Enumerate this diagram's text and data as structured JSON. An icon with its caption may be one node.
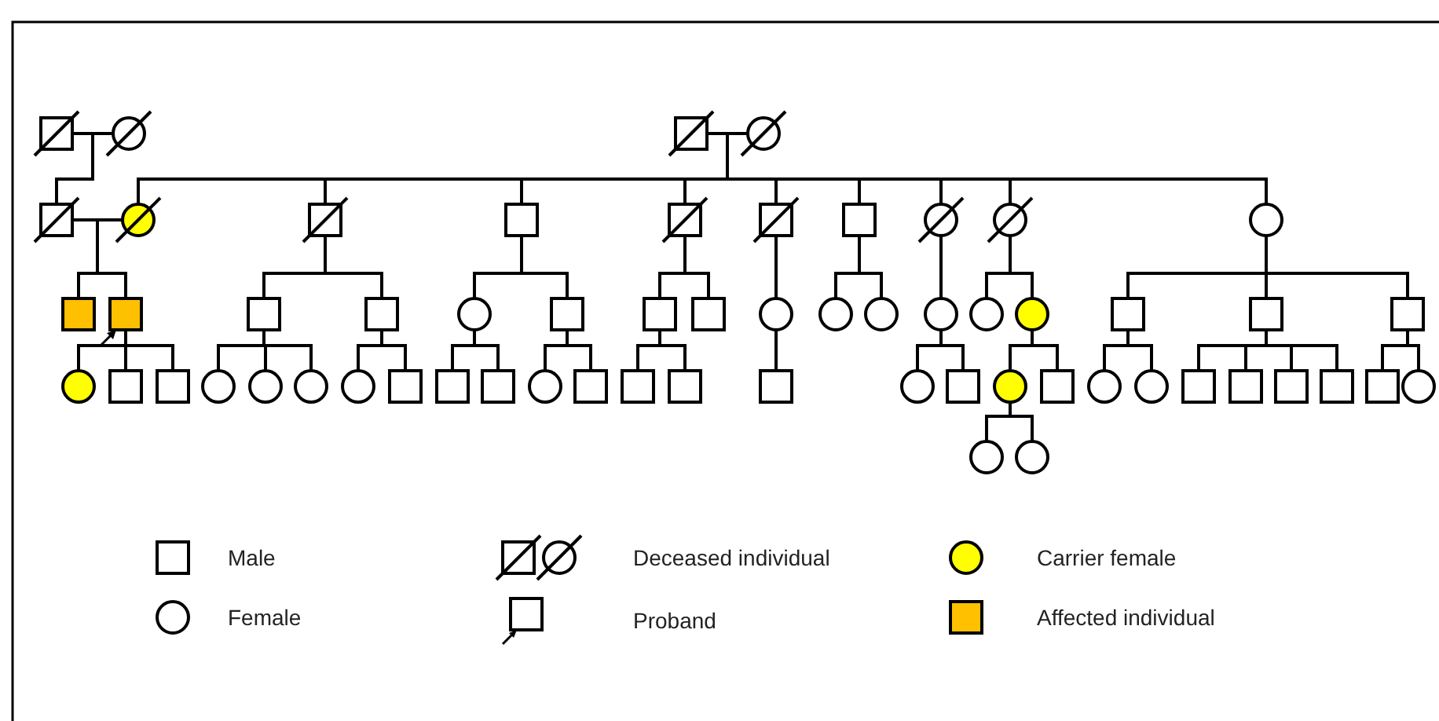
{
  "diagram": {
    "nodes": [
      {
        "text": [],
        "shape": "box"
      },
      {
        "text": [],
        "shape": "circle"
      },
      {
        "text": [],
        "shape": "box"
      },
      {
        "text": [],
        "shape": "circle"
      },
      {
        "text": [],
        "shape": "box"
      },
      {
        "text": [],
        "shape": "circle"
      },
      {
        "text": [],
        "shape": "box"
      },
      {
        "text": [],
        "shape": "box"
      },
      {
        "text": [],
        "shape": "box"
      },
      {
        "text": [],
        "shape": "box"
      },
      {
        "text": [],
        "shape": "box"
      },
      {
        "text": [],
        "shape": "circle"
      },
      {
        "text": [],
        "shape": "circle"
      },
      {
        "text": [],
        "shape": "circle"
      },
      {
        "text": [],
        "shape": "box"
      },
      {
        "text": [],
        "shape": "box"
      },
      {
        "text": [],
        "shape": "box"
      },
      {
        "text": [],
        "shape": "box"
      },
      {
        "text": [],
        "shape": "circle"
      },
      {
        "text": [],
        "shape": "box"
      },
      {
        "text": [],
        "shape": "box"
      },
      {
        "text": [],
        "shape": "box"
      },
      {
        "text": [],
        "shape": "circle"
      },
      {
        "text": [],
        "shape": "circle"
      },
      {
        "text": [],
        "shape": "circle"
      },
      {
        "text": [],
        "shape": "circle"
      },
      {
        "text": [],
        "shape": "circle"
      },
      {
        "text": [],
        "shape": "circle"
      },
      {
        "text": [],
        "shape": "box"
      },
      {
        "text": [],
        "shape": "box"
      },
      {
        "text": [],
        "shape": "box"
      },
      {
        "text": [],
        "shape": "circle"
      },
      {
        "text": [],
        "shape": "box"
      },
      {
        "text": [],
        "shape": "box"
      },
      {
        "text": [],
        "shape": "circle"
      },
      {
        "text": [],
        "shape": "circle"
      },
      {
        "text": [],
        "shape": "circle"
      },
      {
        "text": [],
        "shape": "circle"
      },
      {
        "text": [],
        "shape": "box"
      },
      {
        "text": [],
        "shape": "box"
      },
      {
        "text": [],
        "shape": "box"
      },
      {
        "text": [],
        "shape": "circle"
      },
      {
        "text": [],
        "shape": "box"
      },
      {
        "text": [],
        "shape": "box"
      },
      {
        "text": [],
        "shape": "box"
      },
      {
        "text": [],
        "shape": "box"
      },
      {
        "text": [],
        "shape": "circle"
      },
      {
        "text": [],
        "shape": "box"
      },
      {
        "text": [],
        "shape": "circle"
      },
      {
        "text": [],
        "shape": "box"
      },
      {
        "text": [],
        "shape": "circle"
      },
      {
        "text": [],
        "shape": "circle"
      },
      {
        "text": [],
        "shape": "box"
      },
      {
        "text": [],
        "shape": "box"
      },
      {
        "text": [],
        "shape": "box"
      },
      {
        "text": [],
        "shape": "box"
      },
      {
        "text": [],
        "shape": "box"
      },
      {
        "text": [],
        "shape": "circle"
      },
      {
        "text": [],
        "shape": "circle"
      },
      {
        "text": [],
        "shape": "circle"
      }
    ],
    "edges": [
      {
        "from": 0,
        "to": 1,
        "arrow": "none"
      },
      {
        "from": 2,
        "to": 3,
        "arrow": "none"
      },
      {
        "from": 4,
        "to": 5,
        "arrow": "none"
      },
      {
        "from": 0,
        "to": 4,
        "arrow": "none"
      },
      {
        "from": 1,
        "to": 4,
        "arrow": "none"
      },
      {
        "from": 2,
        "to": 5,
        "arrow": "none"
      },
      {
        "from": 3,
        "to": 5,
        "arrow": "none"
      },
      {
        "from": 2,
        "to": 6,
        "arrow": "none"
      },
      {
        "from": 3,
        "to": 6,
        "arrow": "none"
      },
      {
        "from": 2,
        "to": 7,
        "arrow": "none"
      },
      {
        "from": 3,
        "to": 7,
        "arrow": "none"
      },
      {
        "from": 2,
        "to": 8,
        "arrow": "none"
      },
      {
        "from": 3,
        "to": 8,
        "arrow": "none"
      },
      {
        "from": 2,
        "to": 9,
        "arrow": "none"
      },
      {
        "from": 3,
        "to": 9,
        "arrow": "none"
      },
      {
        "from": 2,
        "to": 10,
        "arrow": "none"
      },
      {
        "from": 3,
        "to": 10,
        "arrow": "none"
      },
      {
        "from": 2,
        "to": 11,
        "arrow": "none"
      },
      {
        "from": 3,
        "to": 11,
        "arrow": "none"
      },
      {
        "from": 2,
        "to": 12,
        "arrow": "none"
      },
      {
        "from": 3,
        "to": 12,
        "arrow": "none"
      },
      {
        "from": 2,
        "to": 13,
        "arrow": "none"
      },
      {
        "from": 3,
        "to": 13,
        "arrow": "none"
      },
      {
        "from": 4,
        "to": 14,
        "arrow": "none"
      },
      {
        "from": 5,
        "to": 14,
        "arrow": "none"
      },
      {
        "from": 4,
        "to": 15,
        "arrow": "none"
      },
      {
        "from": 5,
        "to": 15,
        "arrow": "none"
      },
      {
        "from": 6,
        "to": 16,
        "arrow": "none"
      },
      {
        "from": 6,
        "to": 17,
        "arrow": "none"
      },
      {
        "from": 7,
        "to": 18,
        "arrow": "none"
      },
      {
        "from": 7,
        "to": 19,
        "arrow": "none"
      },
      {
        "from": 8,
        "to": 20,
        "arrow": "none"
      },
      {
        "from": 8,
        "to": 21,
        "arrow": "none"
      },
      {
        "from": 9,
        "to": 22,
        "arrow": "none"
      },
      {
        "from": 10,
        "to": 23,
        "arrow": "none"
      },
      {
        "from": 10,
        "to": 24,
        "arrow": "none"
      },
      {
        "from": 11,
        "to": 25,
        "arrow": "none"
      },
      {
        "from": 12,
        "to": 26,
        "arrow": "none"
      },
      {
        "from": 12,
        "to": 27,
        "arrow": "none"
      },
      {
        "from": 13,
        "to": 28,
        "arrow": "none"
      },
      {
        "from": 13,
        "to": 29,
        "arrow": "none"
      },
      {
        "from": 13,
        "to": 30,
        "arrow": "none"
      },
      {
        "from": 15,
        "to": 31,
        "arrow": "none"
      },
      {
        "from": 15,
        "to": 32,
        "arrow": "none"
      },
      {
        "from": 15,
        "to": 33,
        "arrow": "none"
      },
      {
        "from": 16,
        "to": 34,
        "arrow": "none"
      },
      {
        "from": 16,
        "to": 35,
        "arrow": "none"
      },
      {
        "from": 16,
        "to": 36,
        "arrow": "none"
      },
      {
        "from": 17,
        "to": 37,
        "arrow": "none"
      },
      {
        "from": 17,
        "to": 38,
        "arrow": "none"
      },
      {
        "from": 18,
        "to": 39,
        "arrow": "none"
      },
      {
        "from": 18,
        "to": 40,
        "arrow": "none"
      },
      {
        "from": 19,
        "to": 41,
        "arrow": "none"
      },
      {
        "from": 19,
        "to": 42,
        "arrow": "none"
      },
      {
        "from": 20,
        "to": 43,
        "arrow": "none"
      },
      {
        "from": 20,
        "to": 44,
        "arrow": "none"
      },
      {
        "from": 22,
        "to": 45,
        "arrow": "none"
      },
      {
        "from": 25,
        "to": 46,
        "arrow": "none"
      },
      {
        "from": 25,
        "to": 47,
        "arrow": "none"
      },
      {
        "from": 27,
        "to": 48,
        "arrow": "none"
      },
      {
        "from": 27,
        "to": 49,
        "arrow": "none"
      },
      {
        "from": 28,
        "to": 50,
        "arrow": "none"
      },
      {
        "from": 28,
        "to": 51,
        "arrow": "none"
      },
      {
        "from": 29,
        "to": 52,
        "arrow": "none"
      },
      {
        "from": 29,
        "to": 53,
        "arrow": "none"
      },
      {
        "from": 29,
        "to": 54,
        "arrow": "none"
      },
      {
        "from": 29,
        "to": 55,
        "arrow": "none"
      },
      {
        "from": 30,
        "to": 56,
        "arrow": "none"
      },
      {
        "from": 30,
        "to": 57,
        "arrow": "none"
      },
      {
        "from": 48,
        "to": 58,
        "arrow": "none"
      },
      {
        "from": 48,
        "to": 59,
        "arrow": "none"
      }
    ],
    "legend": [
      {
        "text": "Male"
      },
      {
        "text": "Deceased individual"
      },
      {
        "text": "Carrier female",
        "color": "#ffff00"
      },
      {
        "text": "Female"
      },
      {
        "text": "Proband"
      },
      {
        "text": "Affected individual",
        "color": "#ffc000"
      }
    ]
  }
}
